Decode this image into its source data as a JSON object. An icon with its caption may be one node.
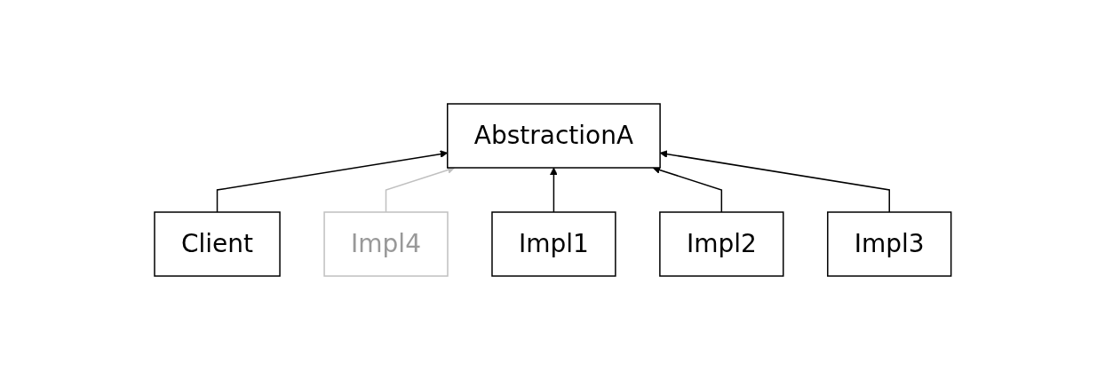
{
  "diagram": {
    "nodes": [
      {
        "text": [
          "Client"
        ]
      },
      {
        "text": [
          "AbstractionA"
        ]
      },
      {
        "text": [
          "Impl4"
        ]
      },
      {
        "text": [
          "Impl1"
        ]
      },
      {
        "text": [
          "Impl2"
        ]
      },
      {
        "text": [
          "Impl3"
        ]
      }
    ],
    "edges": [
      {
        "from": 0,
        "to": 1,
        "arrow": "to"
      },
      {
        "from": 2,
        "to": 1,
        "arrow": "to",
        "color": "#c0c0c0"
      },
      {
        "from": 3,
        "to": 1,
        "arrow": "to"
      },
      {
        "from": 4,
        "to": 1,
        "arrow": "to"
      },
      {
        "from": 5,
        "to": 1,
        "arrow": "to"
      }
    ]
  }
}
